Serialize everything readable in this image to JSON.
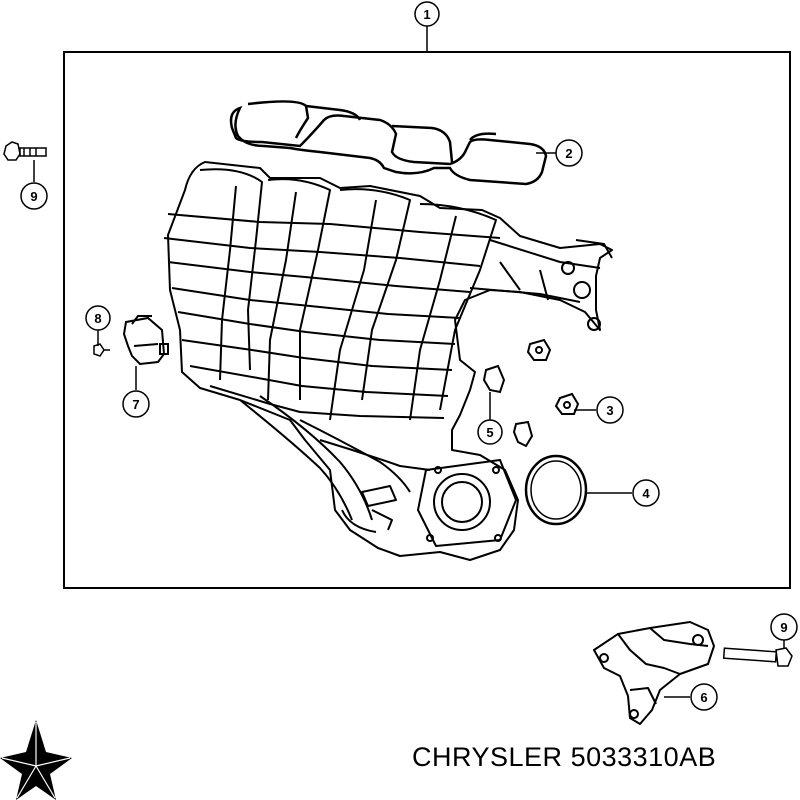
{
  "diagram": {
    "callouts": [
      {
        "id": "c1",
        "number": "1"
      },
      {
        "id": "c2",
        "number": "2"
      },
      {
        "id": "c3",
        "number": "3"
      },
      {
        "id": "c4",
        "number": "4"
      },
      {
        "id": "c5",
        "number": "5"
      },
      {
        "id": "c6",
        "number": "6"
      },
      {
        "id": "c7",
        "number": "7"
      },
      {
        "id": "c8",
        "number": "8"
      },
      {
        "id": "c9a",
        "number": "9"
      },
      {
        "id": "c9b",
        "number": "9"
      }
    ]
  },
  "caption": {
    "brand": "CHRYSLER",
    "part_number": "5033310AB"
  },
  "logo": {
    "name": "chrysler-pentastar-logo"
  }
}
